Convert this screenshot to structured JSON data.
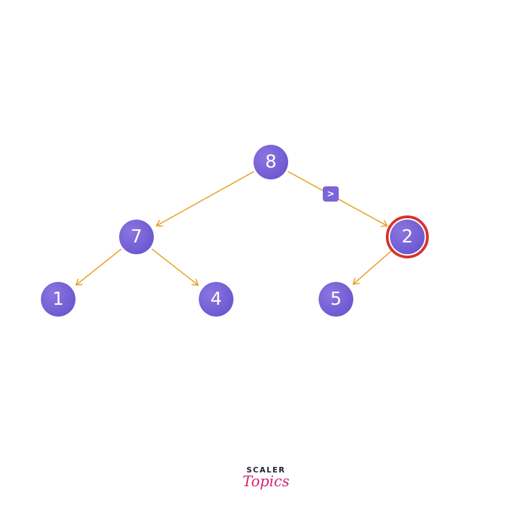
{
  "tree": {
    "nodes": [
      {
        "id": "n8",
        "label": "8",
        "highlighted": false
      },
      {
        "id": "n7",
        "label": "7",
        "highlighted": false
      },
      {
        "id": "n2",
        "label": "2",
        "highlighted": true
      },
      {
        "id": "n1",
        "label": "1",
        "highlighted": false
      },
      {
        "id": "n4",
        "label": "4",
        "highlighted": false
      },
      {
        "id": "n5",
        "label": "5",
        "highlighted": false
      }
    ],
    "edges": [
      {
        "from": "n8",
        "to": "n7"
      },
      {
        "from": "n8",
        "to": "n2"
      },
      {
        "from": "n7",
        "to": "n1"
      },
      {
        "from": "n7",
        "to": "n4"
      },
      {
        "from": "n2",
        "to": "n5"
      }
    ],
    "comparison_badge": {
      "label": ">",
      "edge": "n8-n2"
    }
  },
  "colors": {
    "node_fill": "#6a55cf",
    "node_fill_light": "#8a76e0",
    "edge": "#e8a22c",
    "highlight_ring": "#d6342b",
    "badge": "#7a66d8"
  },
  "logo": {
    "top": "SCALER",
    "bottom": "Topics"
  }
}
